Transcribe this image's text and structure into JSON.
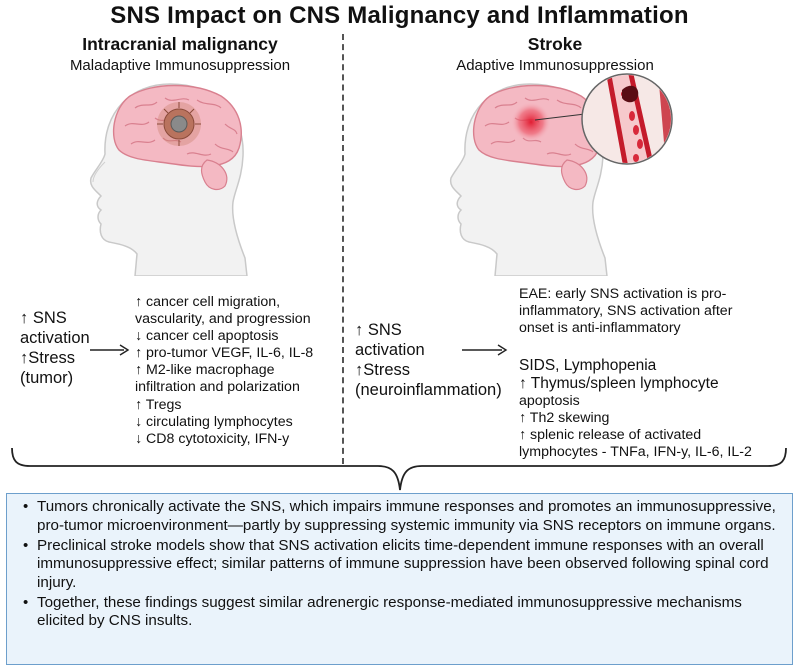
{
  "title": "SNS Impact on CNS Malignancy and Inflammation",
  "left": {
    "heading": "Intracranial malignancy",
    "subheading": "Maladaptive Immunosuppression",
    "cause": [
      "↑ SNS",
      "activation",
      "↑Stress",
      "(tumor)"
    ],
    "effects": [
      "↑ cancer cell migration,",
      "vascularity, and progression",
      "↓ cancer cell apoptosis",
      "↑ pro-tumor VEGF, IL-6, IL-8",
      "↑ M2-like macrophage",
      "infiltration and polarization",
      "↑ Tregs",
      "↓ circulating lymphocytes",
      "↓ CD8 cytotoxicity, IFN-y"
    ]
  },
  "right": {
    "heading": "Stroke",
    "subheading": "Adaptive Immunosuppression",
    "cause": [
      "↑ SNS",
      "activation",
      "↑Stress",
      "(neuroinflammation)"
    ],
    "effects_group1": [
      "EAE: early SNS activation is pro-",
      "inflammatory, SNS activation after",
      "onset is anti-inflammatory"
    ],
    "effects_group2_title": "SIDS, Lymphopenia",
    "effects_group2": [
      "↑ Thymus/spleen lymphocyte",
      "apoptosis",
      "↑ Th2 skewing",
      "↑ splenic release of activated",
      "lymphocytes - TNFa, IFN-y, IL-6, IL-2"
    ]
  },
  "summary": [
    "Tumors chronically activate the SNS, which impairs immune responses and promotes an immunosuppressive, pro-tumor microenvironment—partly by suppressing systemic immunity via SNS receptors on immune organs.",
    "Preclinical stroke models show that SNS activation elicits time-dependent immune responses with an overall immunosuppressive effect; similar patterns of immune suppression have been observed following spinal cord injury.",
    "Together, these findings suggest similar adrenergic response-mediated immunosuppressive mechanisms elicited by CNS insults."
  ],
  "colors": {
    "skin": "#f2f2f2",
    "skin_stroke": "#c9c9c9",
    "brain": "#f4b9c3",
    "brain_fold": "#d9808f",
    "tumor": "#c57a63",
    "vessel": "#c41b2b",
    "summary_bg": "#eaf3fb",
    "summary_border": "#6d9fcc"
  },
  "icons": [
    "head-with-brain-tumor-illustration",
    "head-with-stroke-illustration",
    "blood-vessel-clot-inset",
    "right-arrow-icon",
    "curly-brace"
  ]
}
